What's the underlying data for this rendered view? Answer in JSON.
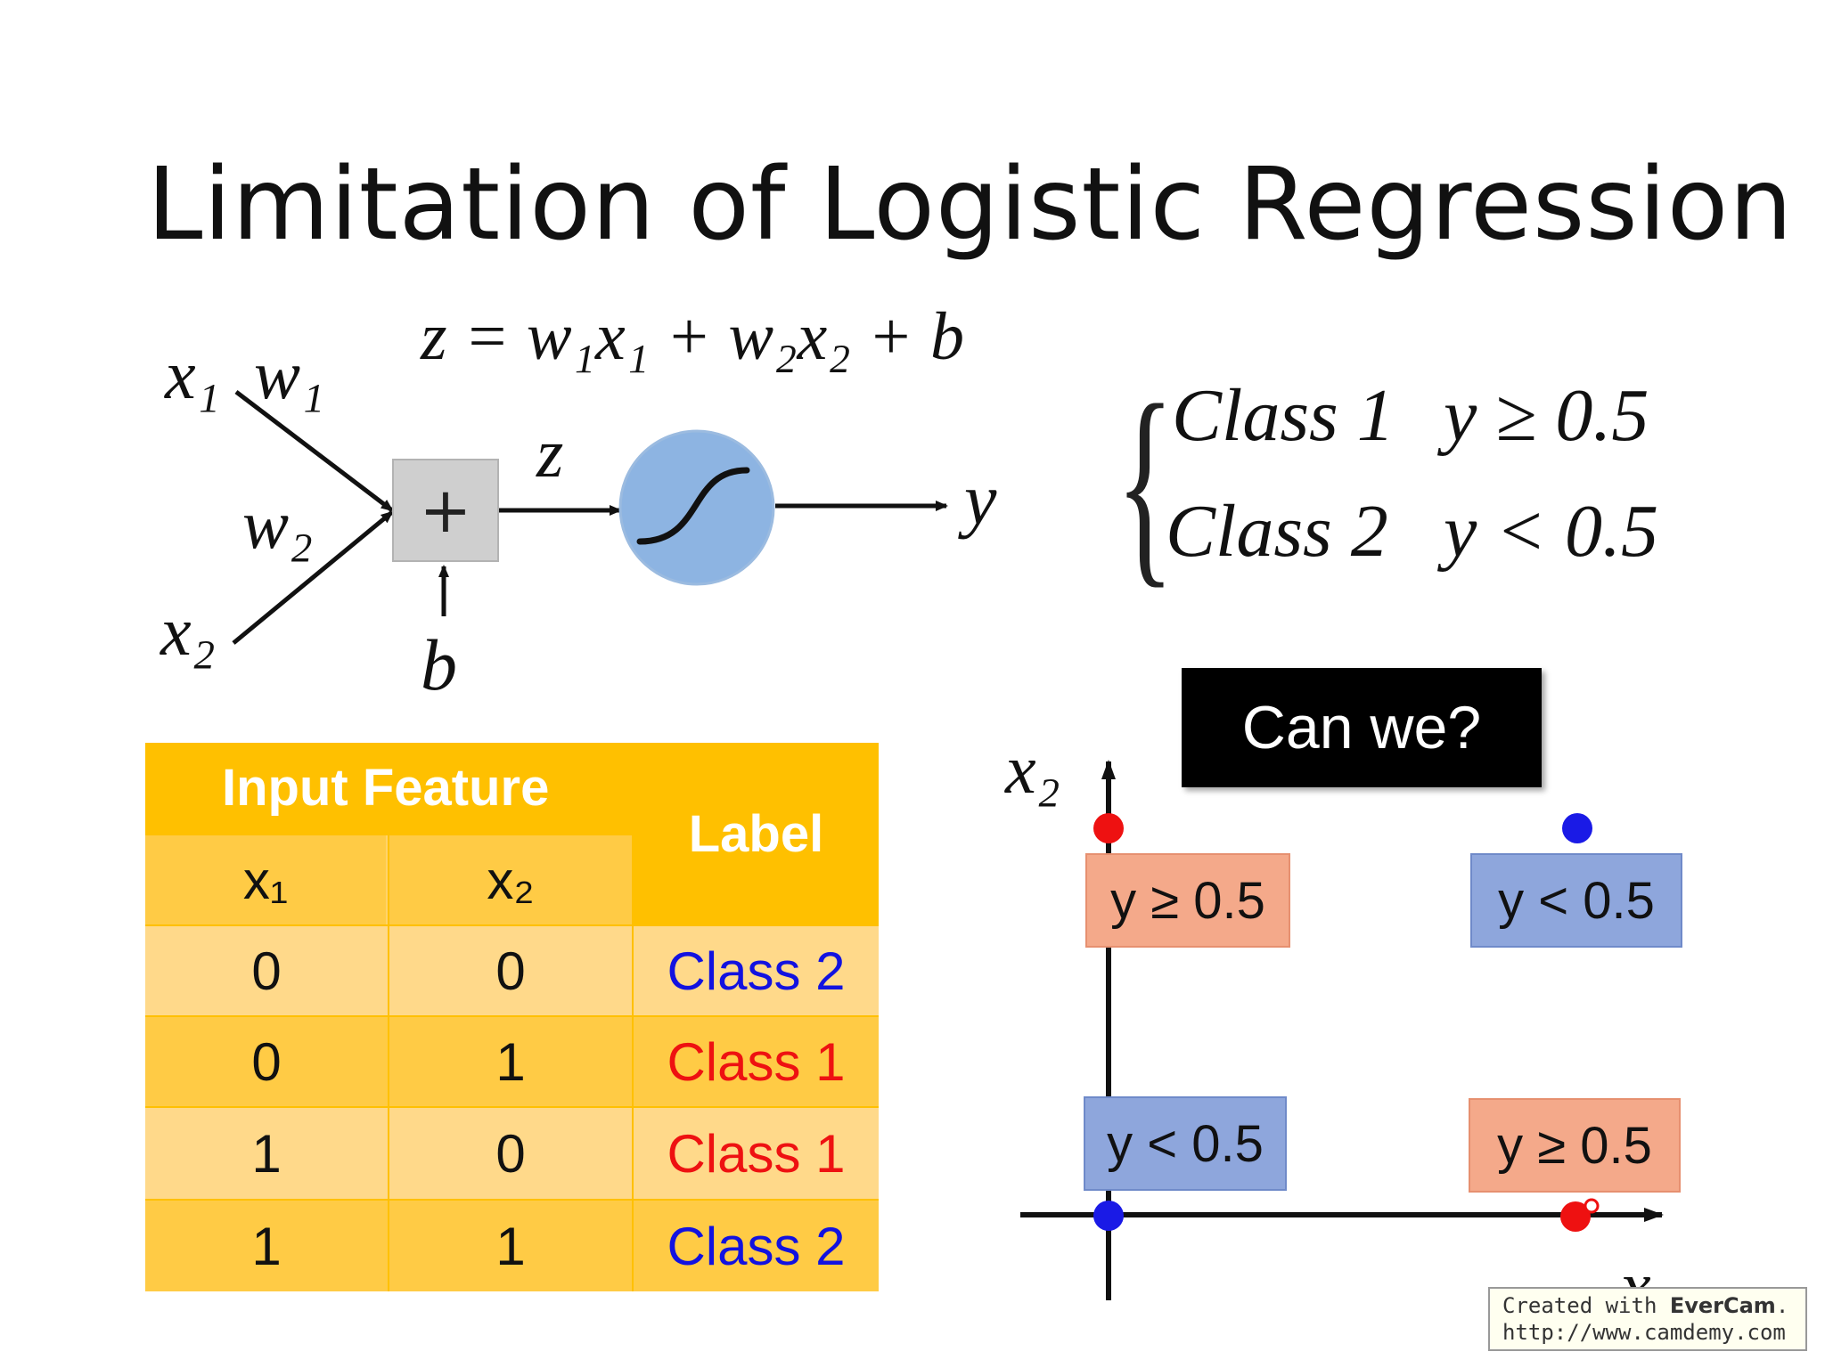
{
  "title": "Limitation of Logistic Regression",
  "neuron": {
    "equation": "z = w₁x₁ + w₂x₂ + b",
    "input_x1": "x₁",
    "weight_w1": "w₁",
    "weight_w2": "w₂",
    "input_x2": "x₂",
    "sum_symbol": "+",
    "z_label": "z",
    "bias_label": "b",
    "output_label": "y"
  },
  "class_rule": [
    {
      "class": "Class 1",
      "condition": "y ≥ 0.5"
    },
    {
      "class": "Class 2",
      "condition": "y < 0.5"
    }
  ],
  "table": {
    "header_group": "Input Feature",
    "header_label": "Label",
    "col_x1": "x₁",
    "col_x2": "x₂",
    "rows": [
      {
        "x1": "0",
        "x2": "0",
        "label": "Class 2"
      },
      {
        "x1": "0",
        "x2": "1",
        "label": "Class 1"
      },
      {
        "x1": "1",
        "x2": "0",
        "label": "Class 1"
      },
      {
        "x1": "1",
        "x2": "1",
        "label": "Class 2"
      }
    ]
  },
  "callout": "Can we?",
  "plot": {
    "x2_axis_label": "x₂",
    "x1_axis_label": "x",
    "regions": {
      "top_left": "y ≥ 0.5",
      "top_right": "y < 0.5",
      "bottom_left": "y < 0.5",
      "bottom_right": "y ≥ 0.5"
    },
    "colors": {
      "red_point": "#ee1111",
      "blue_point": "#1a1ae6"
    }
  },
  "watermark": {
    "line1_prefix": "Created with ",
    "line1_brand": "EverCam",
    "line1_suffix": ".",
    "line2": "http://www.camdemy.com"
  }
}
